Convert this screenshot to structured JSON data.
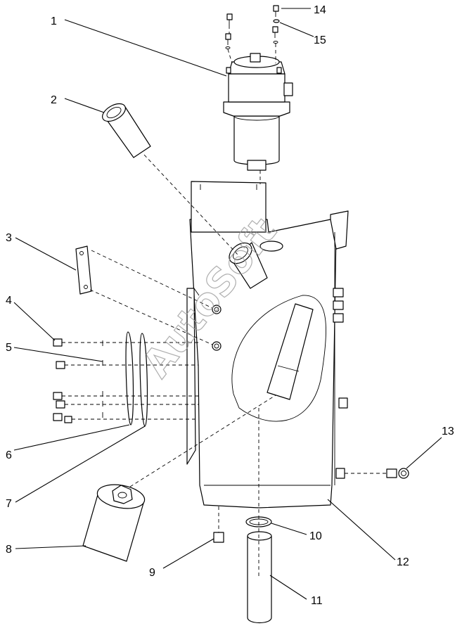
{
  "callouts": [
    {
      "id": "1",
      "label": "1"
    },
    {
      "id": "2",
      "label": "2"
    },
    {
      "id": "3",
      "label": "3"
    },
    {
      "id": "4",
      "label": "4"
    },
    {
      "id": "5",
      "label": "5"
    },
    {
      "id": "6",
      "label": "6"
    },
    {
      "id": "7",
      "label": "7"
    },
    {
      "id": "8",
      "label": "8"
    },
    {
      "id": "9",
      "label": "9"
    },
    {
      "id": "10",
      "label": "10"
    },
    {
      "id": "11",
      "label": "11"
    },
    {
      "id": "12",
      "label": "12"
    },
    {
      "id": "13",
      "label": "13"
    },
    {
      "id": "14",
      "label": "14"
    },
    {
      "id": "15",
      "label": "15"
    }
  ],
  "watermark": "AutoSoft"
}
